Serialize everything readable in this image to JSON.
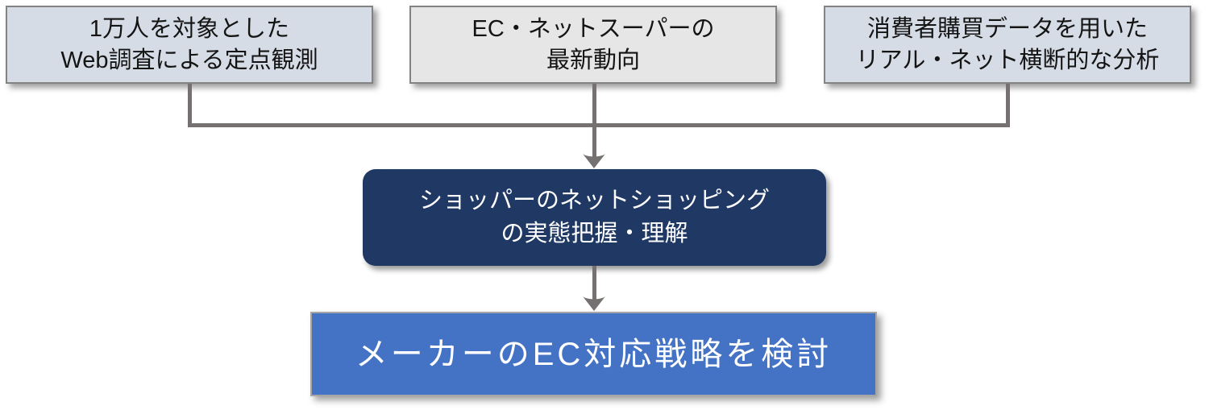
{
  "diagram": {
    "sources": [
      {
        "id": "web-survey",
        "label": "1万人を対象とした\nWeb調査による定点観測",
        "fill": "#d6dce5"
      },
      {
        "id": "ec-trends",
        "label": "EC・ネットスーパーの\n最新動向",
        "fill": "#e7e6e6"
      },
      {
        "id": "purchase-data",
        "label": "消費者購買データを用いた\nリアル・ネット横断的な分析",
        "fill": "#d6dce5"
      }
    ],
    "middle": {
      "id": "understanding",
      "label": "ショッパーのネットショッピング\nの実態把握・理解",
      "fill": "#1f3864"
    },
    "result": {
      "id": "strategy",
      "label": "メーカーのEC対応戦略を検討",
      "fill": "#4472c4"
    },
    "colors": {
      "connector": "#767171",
      "source_border": "#838383",
      "result_border": "#a6a6a6",
      "source_text": "#141414",
      "dark_text": "#ffffff"
    }
  }
}
